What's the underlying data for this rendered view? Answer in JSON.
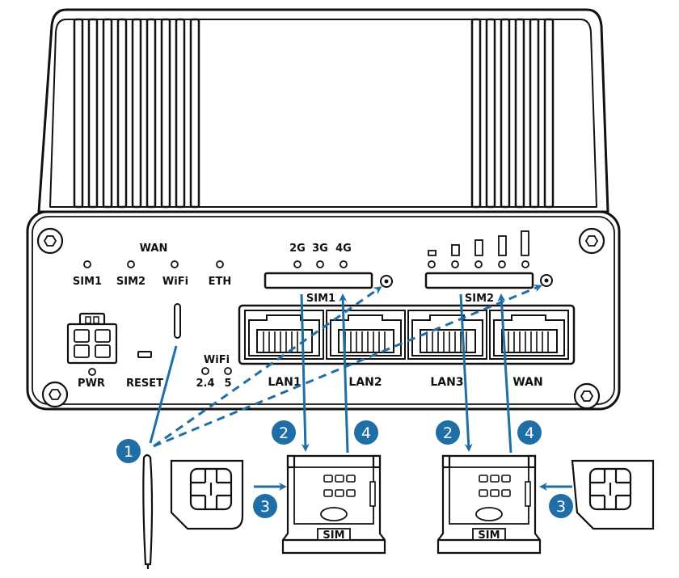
{
  "labels": {
    "wan": "WAN",
    "sim1": "SIM1",
    "sim2": "SIM2",
    "wifi": "WiFi",
    "eth": "ETH",
    "g2": "2G",
    "g3": "3G",
    "g4": "4G",
    "pwr": "PWR",
    "reset": "RESET",
    "wifi_band": "WiFi",
    "band_24": "2.4",
    "band_5": "5",
    "tray_sim1": "SIM1",
    "tray_sim2": "SIM2",
    "lan1": "LAN1",
    "lan2": "LAN2",
    "lan3": "LAN3",
    "wan_port": "WAN",
    "sim_holder": "SIM"
  },
  "steps": {
    "s1": "1",
    "s2": "2",
    "s3": "3",
    "s4": "4"
  },
  "colors": {
    "outline": "#111111",
    "accent": "#1f6ea6",
    "fill": "#ffffff"
  }
}
